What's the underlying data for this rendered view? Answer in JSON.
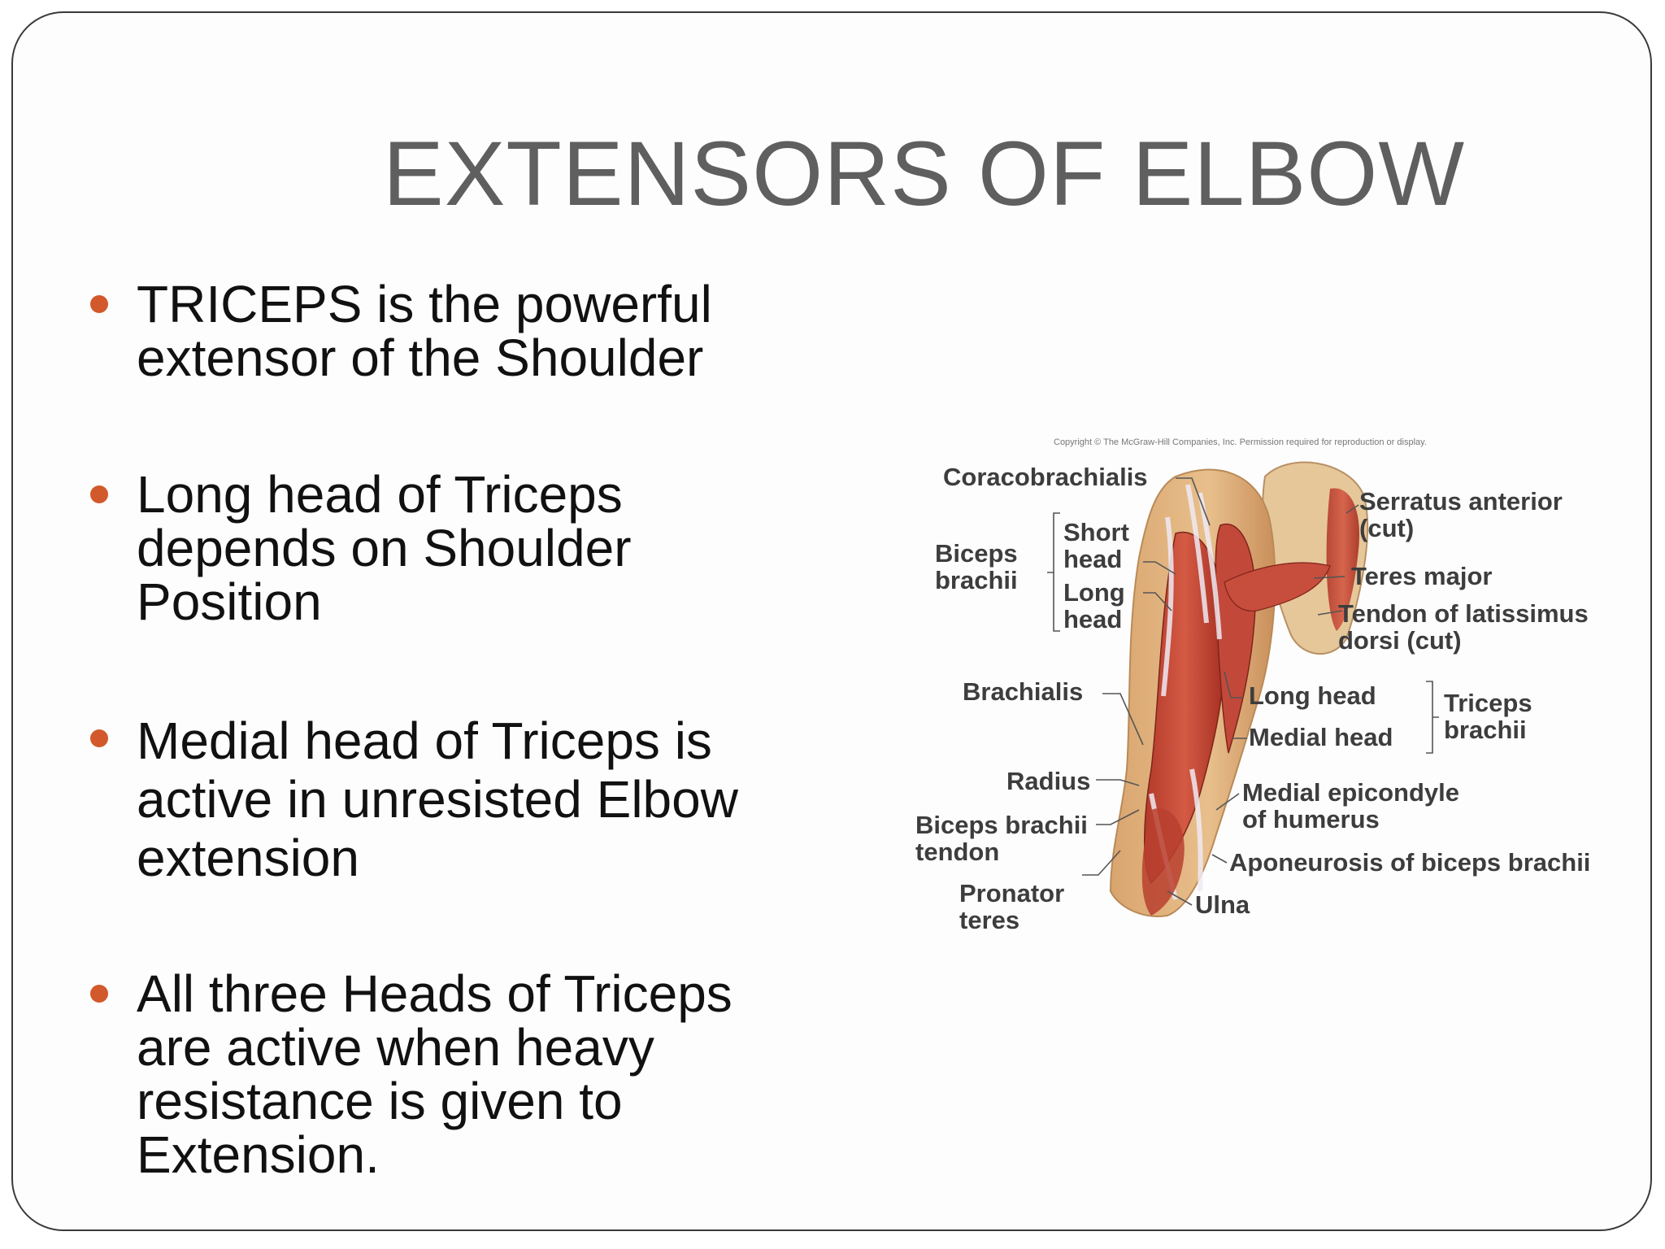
{
  "slide": {
    "title": "EXTENSORS OF ELBOW",
    "bullet_color": "#d2592b",
    "bullets": [
      "TRICEPS is the powerful\nextensor of the Shoulder",
      "Long head of Triceps\ndepends on Shoulder\nPosition",
      "Medial head of Triceps is\nactive in unresisted  Elbow\n extension",
      "All three Heads of Triceps\nare active when heavy\nresistance is given to\nExtension."
    ]
  },
  "figure": {
    "copyright": "Copyright © The McGraw-Hill Companies, Inc. Permission required for reproduction or display.",
    "labels": {
      "coracobrachialis": "Coracobrachialis",
      "biceps_brachii": "Biceps\nbrachii",
      "short_head": "Short\nhead",
      "long_head_biceps": "Long\nhead",
      "brachialis": "Brachialis",
      "radius": "Radius",
      "biceps_tendon": "Biceps brachii\ntendon",
      "pronator_teres": "Pronator\nteres",
      "serratus_anterior": "Serratus anterior\n(cut)",
      "teres_major": "Teres major",
      "tendon_latissimus": "Tendon of latissimus\ndorsi (cut)",
      "long_head_triceps": "Long head",
      "medial_head_triceps": "Medial head",
      "triceps_brachii": "Triceps\nbrachii",
      "medial_epicondyle": "Medial epicondyle\nof humerus",
      "aponeurosis": "Aponeurosis of biceps brachii",
      "ulna": "Ulna"
    }
  }
}
